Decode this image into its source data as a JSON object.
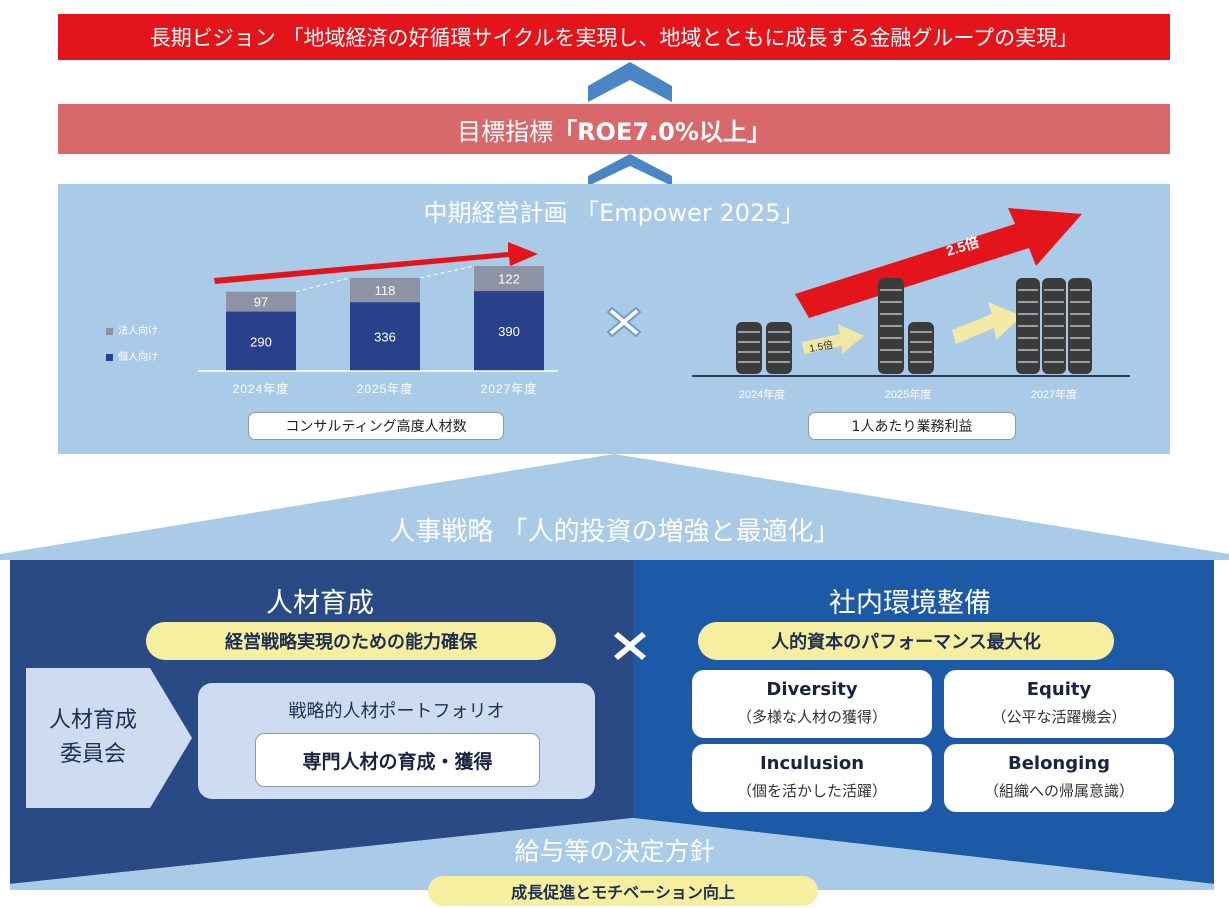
{
  "vision": {
    "text": "長期ビジョン 「地域経済の好循環サイクルを実現し、地域とともに成長する金融グループの実現」"
  },
  "roe": {
    "label": "目標指標 ",
    "value": "「ROE7.0%以上」"
  },
  "plan": {
    "title": "中期経営計画 「Empower 2025」",
    "legend": [
      {
        "label": "法人向け",
        "color": "#8d93a5"
      },
      {
        "label": "個人向け",
        "color": "#28418a"
      }
    ],
    "consulting_chart_caption": "コンサルティング高度人材数",
    "profit_chart_caption": "1人あたり業務利益",
    "profit_chart_years": [
      "2024年度",
      "2025年度",
      "2027年度"
    ],
    "growth_small": "1.5倍",
    "growth_big": "2.5倍",
    "times_icon": "cross-icon"
  },
  "chart_data": {
    "type": "bar",
    "stacked": true,
    "categories": [
      "2024年度",
      "2025年度",
      "2027年度"
    ],
    "series": [
      {
        "name": "個人向け",
        "values": [
          290,
          336,
          390
        ],
        "color": "#28418a"
      },
      {
        "name": "法人向け",
        "values": [
          97,
          118,
          122
        ],
        "color": "#8d93a5"
      }
    ]
  },
  "hr": {
    "title": "人事戦略 「人的投資の増強と最適化」",
    "development": {
      "title": "人材育成",
      "pill": "経営戦略実現のための能力確保",
      "committee_line1": "人材育成",
      "committee_line2": "委員会",
      "portfolio_label": "戦略的人材ポートフォリオ",
      "portfolio_item": "専門人材の育成・獲得"
    },
    "environment": {
      "title": "社内環境整備",
      "pill": "人的資本のパフォーマンス最大化",
      "cards": [
        {
          "title": "Diversity",
          "sub": "（多様な人材の獲得）"
        },
        {
          "title": "Equity",
          "sub": "（公平な活躍機会）"
        },
        {
          "title": "Inculusion",
          "sub": "（個を活かした活躍）"
        },
        {
          "title": "Belonging",
          "sub": "（組織への帰属意識）"
        }
      ]
    },
    "pay": {
      "title": "給与等の決定方針",
      "pill": "成長促進とモチベーション向上"
    }
  },
  "colors": {
    "vision_red": "#e4141b",
    "roe_pink": "#d9686a",
    "plan_blue": "#a9cbe8",
    "navy": "#2a4a86",
    "royal": "#1c5aa8",
    "pill_yellow": "#f7efa0",
    "chevron_blue": "#4a86c6"
  }
}
